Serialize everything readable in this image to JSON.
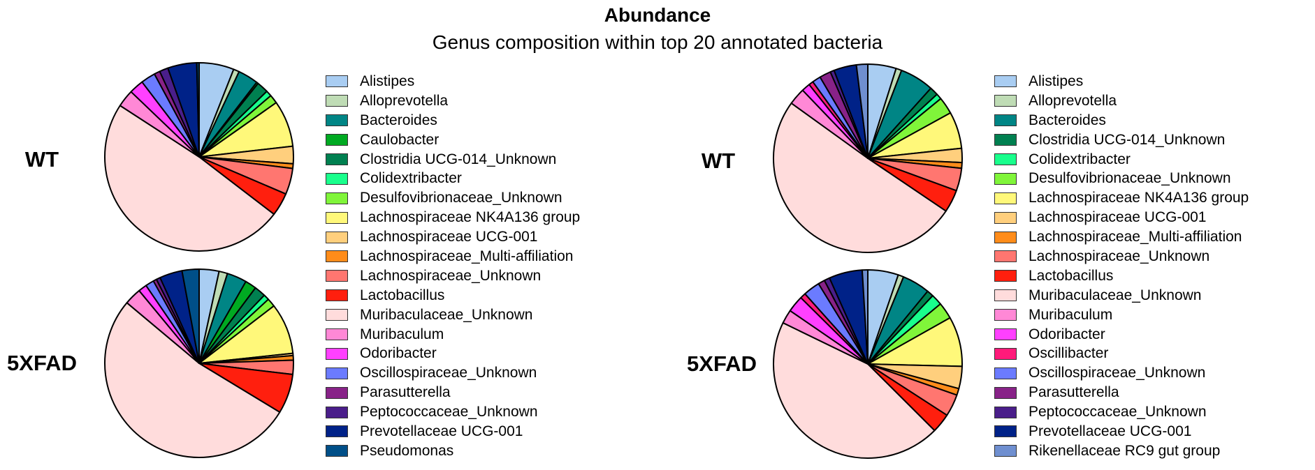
{
  "chart_data": {
    "type": "pie",
    "title": "Abundance",
    "subtitle": "Genus composition within top 20 annotated bacteria",
    "colors": {
      "Alistipes": "#a9cdf2",
      "Alloprevotella": "#bfdcb5",
      "Bacteroides": "#008585",
      "Caulobacter": "#00aa22",
      "Clostridia UCG-014_Unknown": "#008050",
      "Colidextribacter": "#19ff8c",
      "Desulfovibrionaceae_Unknown": "#80f53a",
      "Lachnospiraceae NK4A136 group": "#fff87a",
      "Lachnospiraceae UCG-001": "#ffcf7d",
      "Lachnospiraceae_Multi-affiliation": "#ff8c1a",
      "Lachnospiraceae_Unknown": "#ff7670",
      "Lactobacillus": "#ff1f0e",
      "Muribaculaceae_Unknown": "#ffdcdc",
      "Muribaculum": "#ff88d6",
      "Odoribacter": "#ff40ff",
      "Oscillibacter": "#ff1a7a",
      "Oscillospiraceae_Unknown": "#6b7bff",
      "Parasutterella": "#882288",
      "Peptococcaceae_Unknown": "#4a1e8a",
      "Prevotellaceae UCG-001": "#002288",
      "Pseudomonas": "#004f88",
      "Rikenellaceae RC9 gut group": "#6f8fd0"
    },
    "panels": [
      {
        "legend": [
          "Alistipes",
          "Alloprevotella",
          "Bacteroides",
          "Caulobacter",
          "Clostridia UCG-014_Unknown",
          "Colidextribacter",
          "Desulfovibrionaceae_Unknown",
          "Lachnospiraceae NK4A136 group",
          "Lachnospiraceae UCG-001",
          "Lachnospiraceae_Multi-affiliation",
          "Lachnospiraceae_Unknown",
          "Lactobacillus",
          "Muribaculaceae_Unknown",
          "Muribaculum",
          "Odoribacter",
          "Oscillospiraceae_Unknown",
          "Parasutterella",
          "Peptococcaceae_Unknown",
          "Prevotellaceae UCG-001",
          "Pseudomonas"
        ],
        "groups": [
          {
            "label": "WT",
            "values": [
              6,
              1,
              3.5,
              0.3,
              2,
              1,
              1.5,
              8,
              3,
              0.8,
              4.5,
              4,
              49,
              3,
              2.5,
              2.5,
              1,
              1.5,
              5,
              0.4
            ]
          },
          {
            "label": "5XFAD",
            "values": [
              3.5,
              1.5,
              3.5,
              2,
              2,
              1,
              1.5,
              9,
              0.4,
              0.8,
              2.5,
              7,
              54,
              3,
              1.5,
              1.5,
              0.6,
              0.7,
              4,
              3
            ]
          }
        ]
      },
      {
        "legend": [
          "Alistipes",
          "Alloprevotella",
          "Bacteroides",
          "Clostridia UCG-014_Unknown",
          "Colidextribacter",
          "Desulfovibrionaceae_Unknown",
          "Lachnospiraceae NK4A136 group",
          "Lachnospiraceae UCG-001",
          "Lachnospiraceae_Multi-affiliation",
          "Lachnospiraceae_Unknown",
          "Lactobacillus",
          "Muribaculaceae_Unknown",
          "Muribaculum",
          "Odoribacter",
          "Oscillibacter",
          "Oscillospiraceae_Unknown",
          "Parasutterella",
          "Peptococcaceae_Unknown",
          "Prevotellaceae UCG-001",
          "Rikenellaceae RC9 gut group"
        ],
        "groups": [
          {
            "label": "WT",
            "values": [
              5,
              1,
              6,
              1.5,
              1,
              3,
              6.5,
              2.5,
              1,
              4,
              4,
              52,
              3,
              1.5,
              0.8,
              1.5,
              2,
              0.7,
              4,
              2
            ]
          },
          {
            "label": "5XFAD",
            "values": [
              5.5,
              1,
              5,
              1.2,
              2,
              3,
              9,
              4,
              1.2,
              4,
              3.5,
              47,
              2.5,
              3,
              1,
              3,
              1.2,
              1,
              6,
              1
            ]
          }
        ]
      }
    ]
  }
}
